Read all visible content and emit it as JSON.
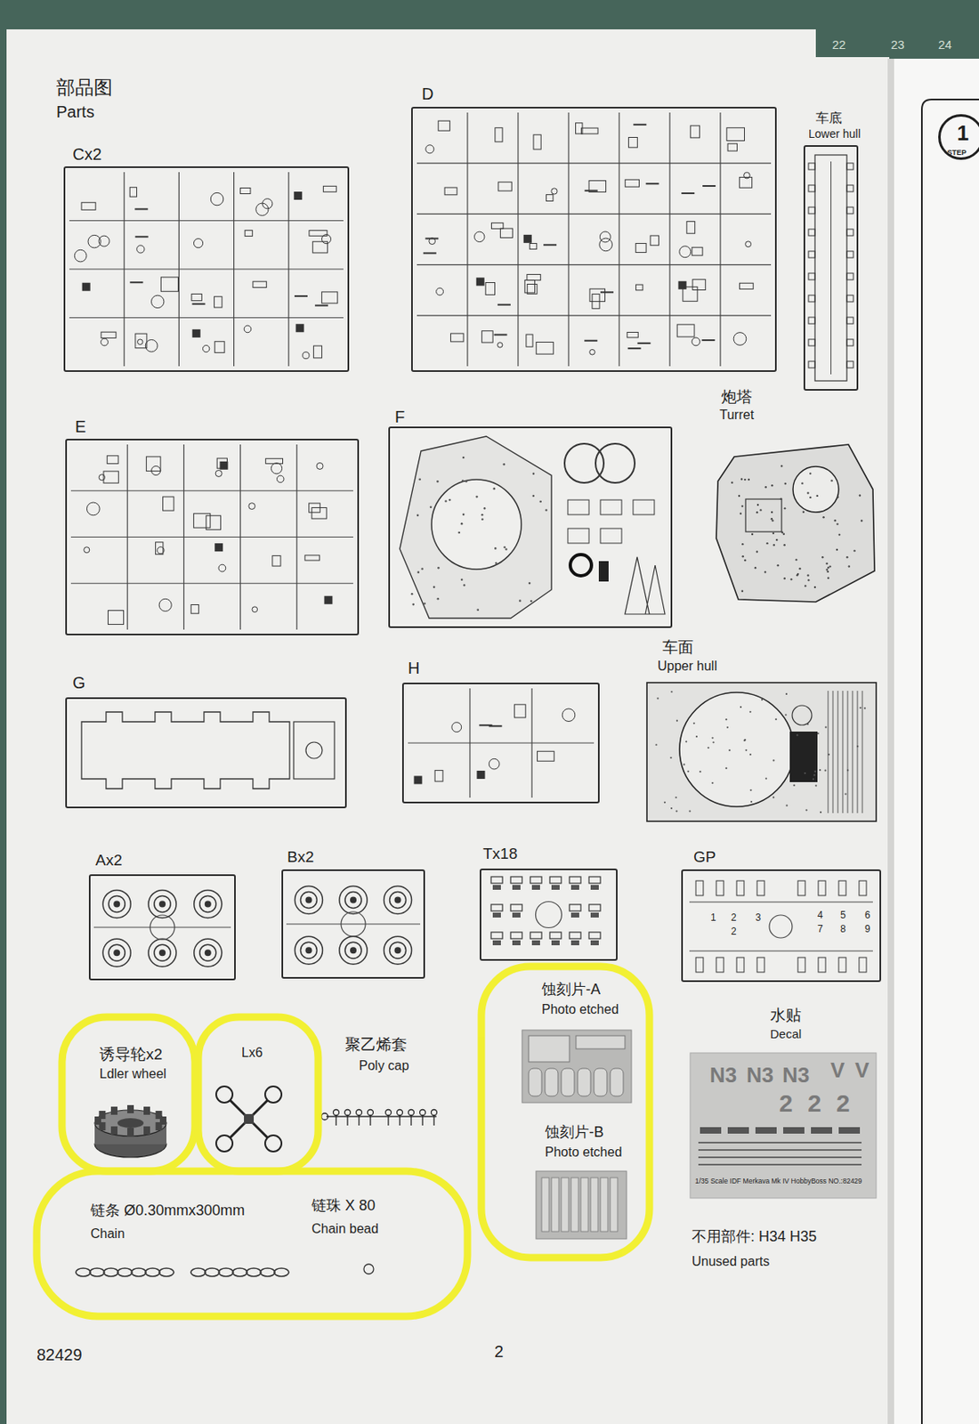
{
  "diagram": {
    "nodes": [
      {
        "text": [
          "Cx2"
        ]
      },
      {
        "text": [
          "D"
        ]
      },
      {
        "text": [
          "车底",
          "Lower hull"
        ]
      },
      {
        "text": [
          "E"
        ]
      },
      {
        "text": [
          "F"
        ]
      },
      {
        "text": [
          "炮塔",
          "Turret"
        ]
      },
      {
        "text": [
          "G"
        ]
      },
      {
        "text": [
          "H"
        ]
      },
      {
        "text": [
          "车面",
          "Upper hull"
        ]
      },
      {
        "text": [
          "Ax2"
        ]
      },
      {
        "text": [
          "Bx2"
        ]
      },
      {
        "text": [
          "Tx18"
        ]
      },
      {
        "text": [
          "GP"
        ]
      },
      {
        "text": [
          "诱导轮x2",
          "Ldler wheel"
        ]
      },
      {
        "text": [
          "Lx6"
        ]
      },
      {
        "text": [
          "链条 Ø0.30mmx300mm",
          "Chain",
          "链珠 X 80",
          "Chain bead"
        ]
      },
      {
        "text": [
          "蚀刻片-A",
          "Photo etched",
          "蚀刻片-B",
          "Photo etched"
        ]
      },
      {
        "text": [
          "水贴",
          "Decal"
        ]
      },
      {
        "text": [
          "1",
          "STEP"
        ]
      }
    ],
    "labels": [
      "部品图",
      "Parts",
      "聚乙烯套",
      "Poly cap",
      "不用部件: H34 H35",
      "Unused parts",
      "82429",
      "2",
      "22",
      "23",
      "24",
      "1",
      "2",
      "3",
      "2",
      "4",
      "5",
      "6",
      "7",
      "8",
      "9",
      "N3",
      "N3",
      "N3",
      "V",
      "V",
      "2",
      "2",
      "2",
      "1/35 Scale IDF Merkava Mk IV HobbyBoss NO.:82429"
    ]
  }
}
